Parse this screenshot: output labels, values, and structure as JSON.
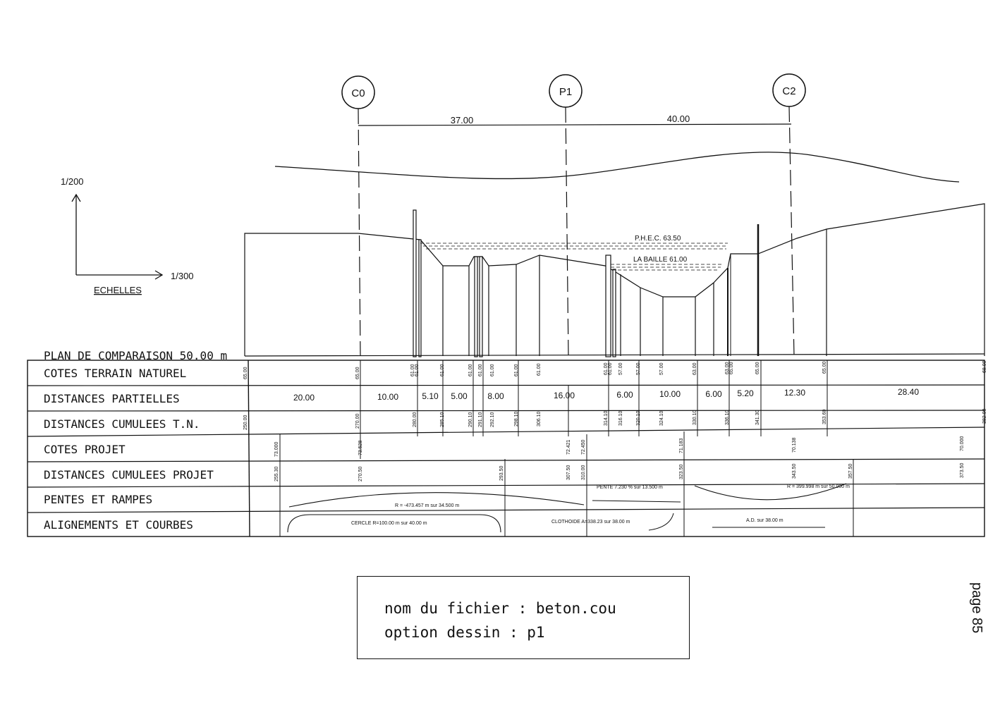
{
  "supports": [
    {
      "id": "C0"
    },
    {
      "id": "P1"
    },
    {
      "id": "C2"
    }
  ],
  "spans": [
    "37.00",
    "40.00"
  ],
  "scales": {
    "vertical": "1/200",
    "horizontal": "1/300",
    "title": "ECHELLES"
  },
  "water_levels": {
    "phec": "P.H.E.C. 63.50",
    "baille": "LA BAILLE 61.00"
  },
  "table": {
    "plan": "PLAN DE COMPARAISON 50.00 m",
    "rows": [
      "COTES TERRAIN NATUREL",
      "DISTANCES PARTIELLES",
      "DISTANCES CUMULEES T.N.",
      "COTES PROJET",
      "DISTANCES CUMULEES PROJET",
      "PENTES ET RAMPES",
      "ALIGNEMENTS ET COURBES"
    ],
    "partial_distances": [
      "20.00",
      "10.00",
      "5.10",
      "5.00",
      "8.00",
      "16.00",
      "6.00",
      "10.00",
      "6.00",
      "5.20",
      "12.30",
      "28.40"
    ],
    "cotes_tn": [
      "65.00",
      "65.00",
      "61.00",
      "61.00",
      "61.00",
      "61.00",
      "61.00",
      "61.00",
      "61.00",
      "61.00",
      "61.00",
      "61.00",
      "57.00",
      "57.00",
      "57.00",
      "63.00",
      "63.00",
      "65.00",
      "65.00",
      "65.00",
      "68.00"
    ],
    "dist_cum_tn": [
      "250.00",
      "270.00",
      "280.00",
      "285.10",
      "290.10",
      "291.10",
      "292.10",
      "298.10",
      "306.10",
      "314.10",
      "316.10",
      "320.10",
      "324.10",
      "330.10",
      "336.10",
      "341.30",
      "353.60",
      "382.00"
    ],
    "cotes_projet": [
      "73.000",
      "73.528",
      "72.421",
      "72.450",
      "71.183",
      "70.138",
      "70.000"
    ],
    "dist_cum_projet": [
      "255.30",
      "270.50",
      "293.50",
      "307.50",
      "310.00",
      "323.50",
      "343.50",
      "357.50",
      "373.50"
    ],
    "pentes": [
      "R = -473.457 m sur 34.500 m",
      "PENTE 7.230 % sur 13.500 m",
      "R = 399.998 m sur 50.000 m"
    ],
    "alignements": [
      "CERCLE R=100.00 m sur 40.00 m",
      "CLOTHOIDE A=338.23 sur 38.00 m",
      "A.D. sur 38.00 m"
    ]
  },
  "info": {
    "line1": "nom du fichier : beton.cou",
    "line2": "option dessin : p1"
  },
  "page": "page 85"
}
